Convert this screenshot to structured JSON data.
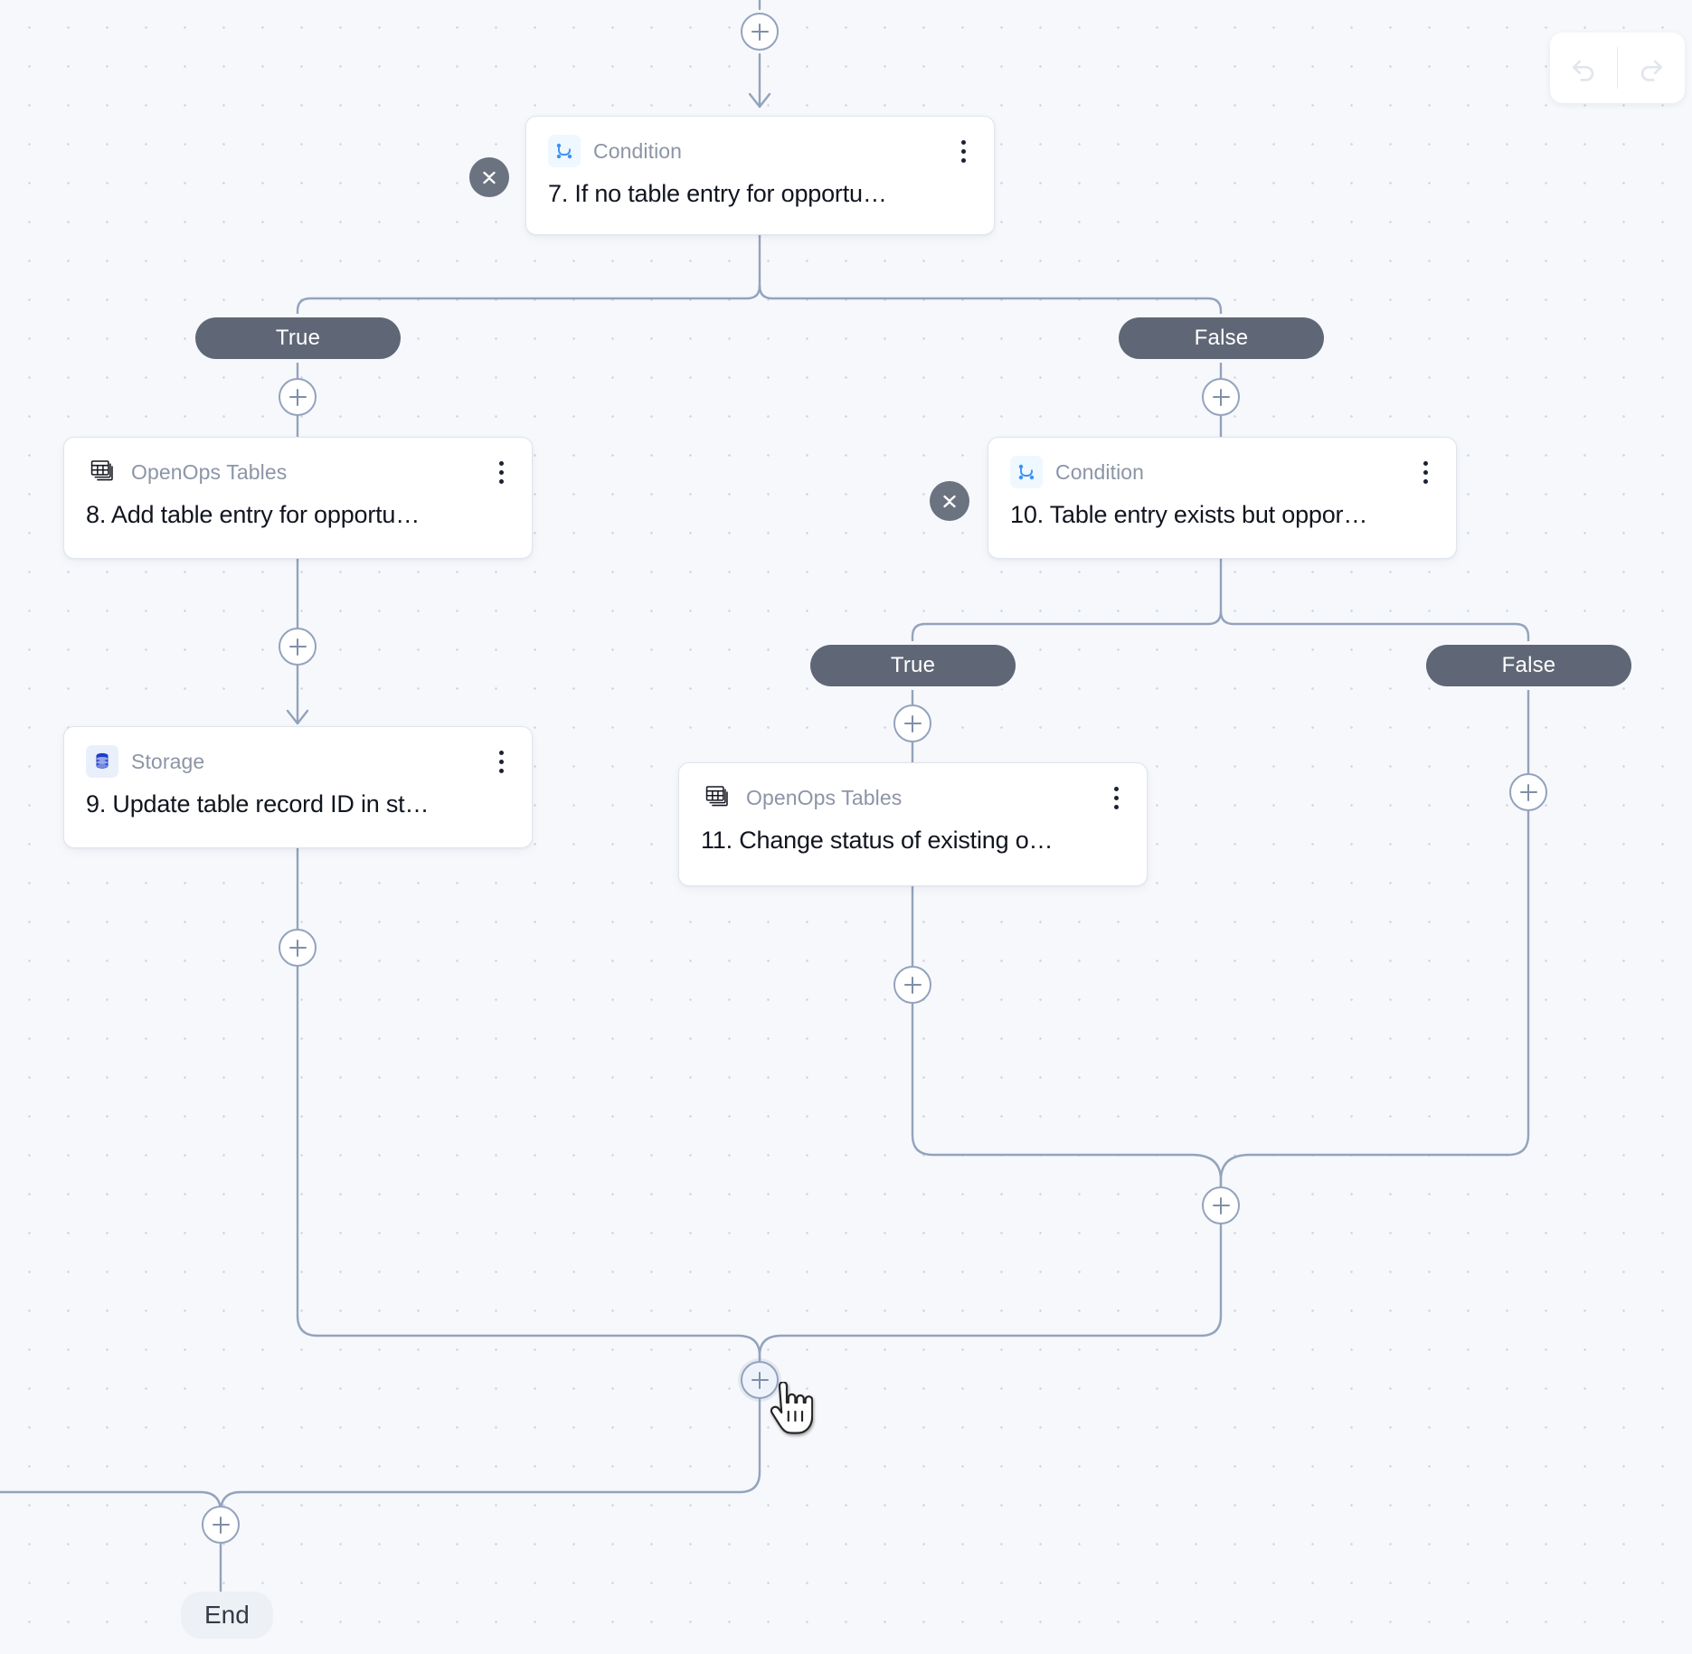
{
  "app": {
    "canvas_label": "workflow-canvas"
  },
  "history": {
    "undo_label": "undo-icon",
    "redo_label": "redo-icon"
  },
  "nodes": {
    "step7": {
      "type": "Condition",
      "title": "7. If no table entry for opportu…",
      "icon": "condition-branch-icon",
      "menu": "more-options-icon",
      "collapse": "collapse-toggle-icon"
    },
    "step8": {
      "type": "OpenOps Tables",
      "title": "8. Add table entry for opportu…",
      "icon": "tables-icon",
      "menu": "more-options-icon"
    },
    "step9": {
      "type": "Storage",
      "title": "9. Update table record ID in st…",
      "icon": "database-icon",
      "menu": "more-options-icon"
    },
    "step10": {
      "type": "Condition",
      "title": "10. Table entry exists but oppor…",
      "icon": "condition-branch-icon",
      "menu": "more-options-icon",
      "collapse": "collapse-toggle-icon"
    },
    "step11": {
      "type": "OpenOps Tables",
      "title": "11. Change status of existing o…",
      "icon": "tables-icon",
      "menu": "more-options-icon"
    }
  },
  "branches": {
    "c7_true": "True",
    "c7_false": "False",
    "c10_true": "True",
    "c10_false": "False"
  },
  "terminal": {
    "end_label": "End"
  },
  "add_buttons": {
    "top": "+",
    "c7_true_branch": "+",
    "c7_false_branch": "+",
    "after_step8": "+",
    "after_step9": "+",
    "c10_true_branch": "+",
    "c10_false_branch": "+",
    "after_step11": "+",
    "merge_inner": "+",
    "merge_outer": "+",
    "before_end": "+"
  },
  "colors": {
    "canvas_bg": "#F6F8FC",
    "grid_dot": "#D3DAE6",
    "edge": "#93A3BC",
    "pill_bg": "#5F6776",
    "card_border": "#DFE5EE",
    "card_title": "#11151F",
    "card_type": "#8C95A6",
    "collapse_bg": "#6B7280",
    "end_bg": "#EDF0F5",
    "accent_blue": "#3B92F5"
  }
}
